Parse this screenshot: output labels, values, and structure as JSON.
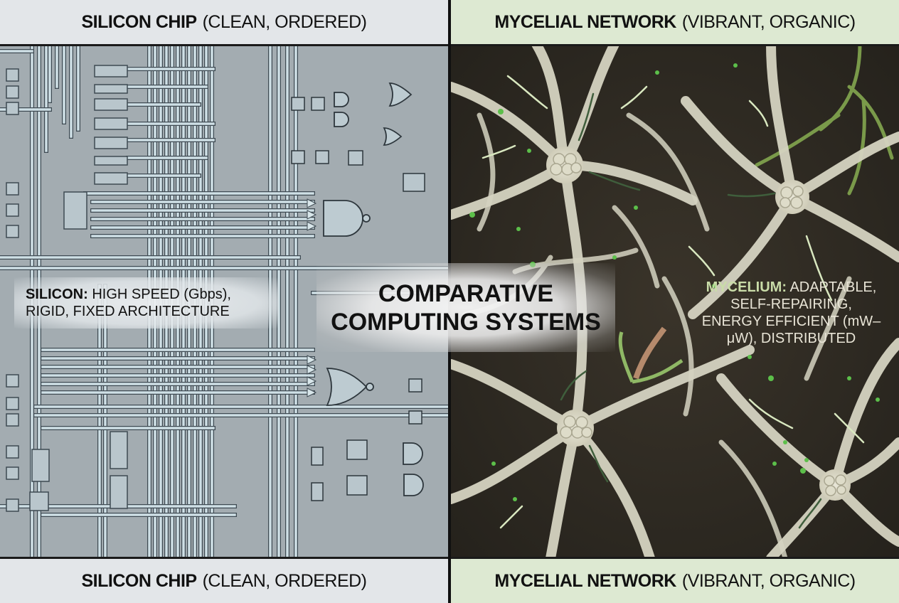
{
  "left_panel": {
    "header": {
      "bold": "SILICON CHIP",
      "rest": "(CLEAN, ORDERED)"
    },
    "footer": {
      "bold": "SILICON CHIP",
      "rest": "(CLEAN, ORDERED)"
    },
    "caption": {
      "bold": "SILICON:",
      "line1_rest": "HIGH SPEED (Gbps),",
      "line2": "RIGID, FIXED ARCHITECTURE"
    },
    "colors": {
      "background": "#a3acb1",
      "trace": "#cfe0e6",
      "trace_outline": "#3e4a52",
      "component": "#b9c6cc",
      "band": "#e3e6e9"
    }
  },
  "right_panel": {
    "header": {
      "bold": "MYCELIAL NETWORK",
      "rest": "(VIBRANT, ORGANIC)"
    },
    "footer": {
      "bold": "MYCELIAL NETWORK",
      "rest": "(VIBRANT, ORGANIC)"
    },
    "caption": {
      "bold": "MYCELIUM:",
      "line1_rest": "ADAPTABLE,",
      "line2": "SELF-REPAIRING,",
      "line3": "ENERGY EFFICIENT (mW–",
      "line4": "μW), DISTRIBUTED"
    },
    "colors": {
      "background": "#2e2a22",
      "hypha": "#d8d6c4",
      "arrow_dark": "#3f5e3c",
      "arrow_light": "#d9e8c0",
      "spore": "#5cbf4a",
      "band": "#dde9d2"
    }
  },
  "center_title": {
    "line1": "COMPARATIVE",
    "line2": "COMPUTING SYSTEMS"
  }
}
